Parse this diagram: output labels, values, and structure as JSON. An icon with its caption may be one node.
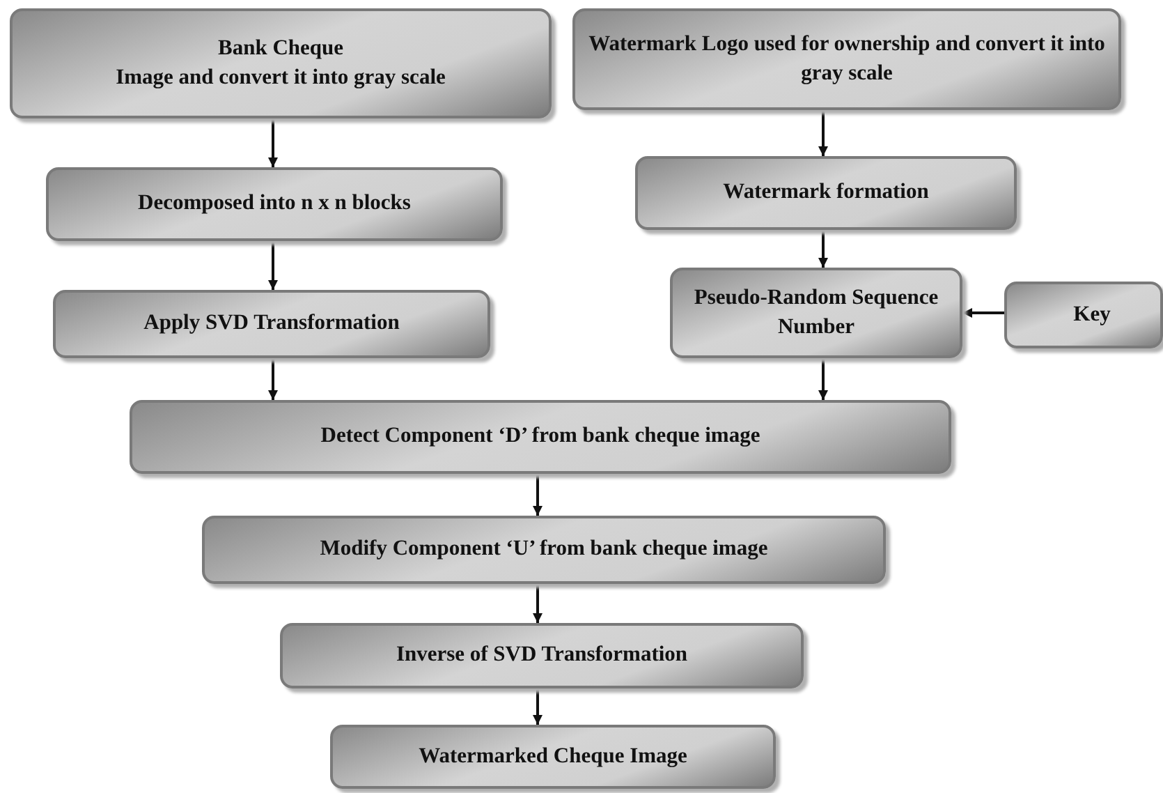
{
  "diagram": {
    "nodes": [
      {
        "text": [
          "Bank Cheque",
          "Image and convert it into gray scale"
        ]
      },
      {
        "text": [
          "Watermark Logo used for ownership and convert it into gray scale"
        ]
      },
      {
        "text": [
          "Decomposed into n x n blocks"
        ]
      },
      {
        "text": [
          "Watermark formation"
        ]
      },
      {
        "text": [
          "Apply SVD Transformation"
        ]
      },
      {
        "text": [
          "Pseudo-Random Sequence Number"
        ]
      },
      {
        "text": [
          "Key"
        ]
      },
      {
        "text": [
          "Detect Component ‘D’ from bank cheque image"
        ]
      },
      {
        "text": [
          "Modify Component ‘U’ from bank cheque image"
        ]
      },
      {
        "text": [
          "Inverse of SVD Transformation"
        ]
      },
      {
        "text": [
          "Watermarked Cheque Image"
        ]
      }
    ],
    "edges": [
      {
        "from": 0,
        "to": 2,
        "arrow": "to"
      },
      {
        "from": 2,
        "to": 4,
        "arrow": "to"
      },
      {
        "from": 4,
        "to": 7,
        "arrow": "to"
      },
      {
        "from": 1,
        "to": 3,
        "arrow": "to"
      },
      {
        "from": 3,
        "to": 5,
        "arrow": "to"
      },
      {
        "from": 6,
        "to": 5,
        "arrow": "to"
      },
      {
        "from": 5,
        "to": 7,
        "arrow": "to"
      },
      {
        "from": 7,
        "to": 8,
        "arrow": "to"
      },
      {
        "from": 8,
        "to": 9,
        "arrow": "to"
      },
      {
        "from": 9,
        "to": 10,
        "arrow": "to"
      }
    ]
  }
}
